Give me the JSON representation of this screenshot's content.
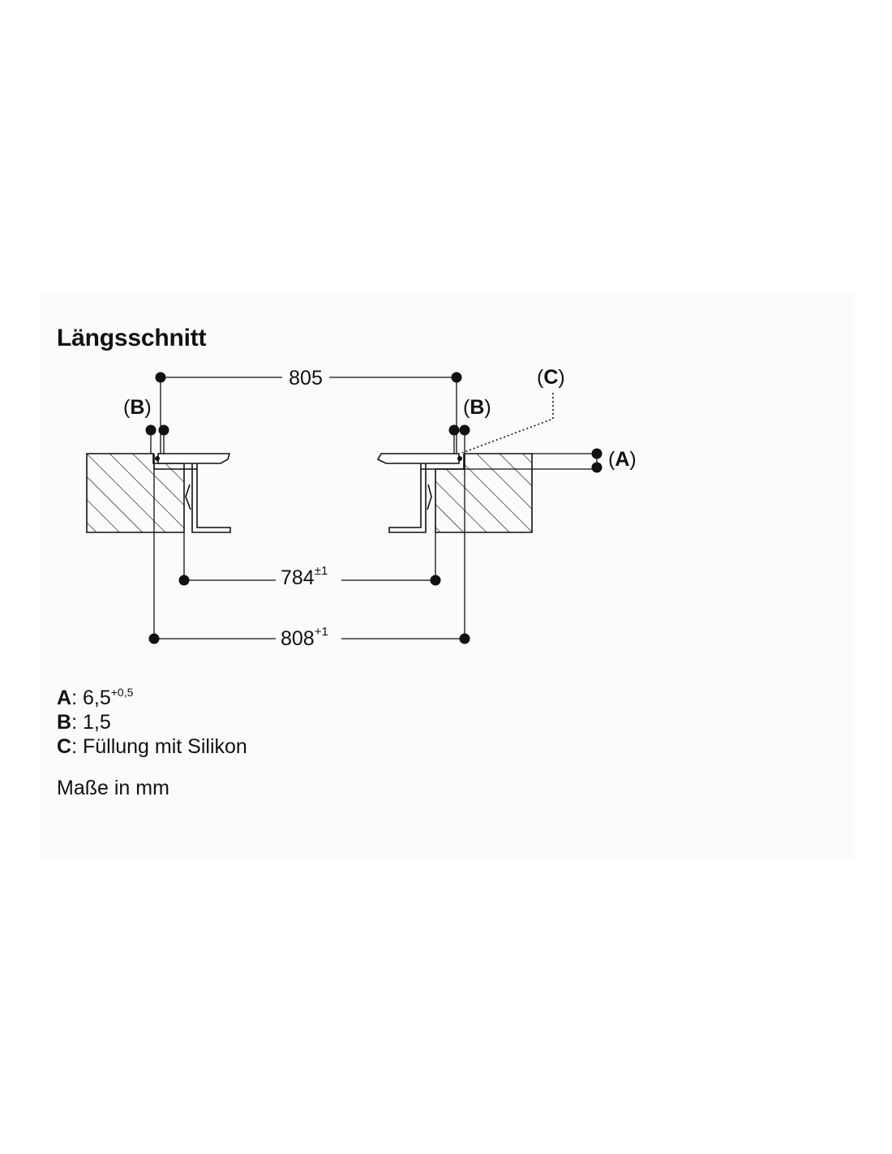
{
  "title": "Längsschnitt",
  "dimensions": {
    "top_width": "805",
    "cutout_width": "784",
    "cutout_width_tolerance": "±1",
    "outer_width": "808",
    "outer_width_tolerance": "+1"
  },
  "callouts": {
    "a": "A",
    "b": "B",
    "c": "C"
  },
  "legend": [
    {
      "key": "A",
      "sep": ":",
      "value": "6,5",
      "sup": "+0,5"
    },
    {
      "key": "B",
      "sep": ":",
      "value": "1,5",
      "sup": ""
    },
    {
      "key": "C",
      "sep": ":",
      "value": "Füllung mit Silikon",
      "sup": ""
    }
  ],
  "units_note": "Maße in mm",
  "colors": {
    "ink": "#111111",
    "panel": "#fbfbfb",
    "background": "#ffffff"
  }
}
